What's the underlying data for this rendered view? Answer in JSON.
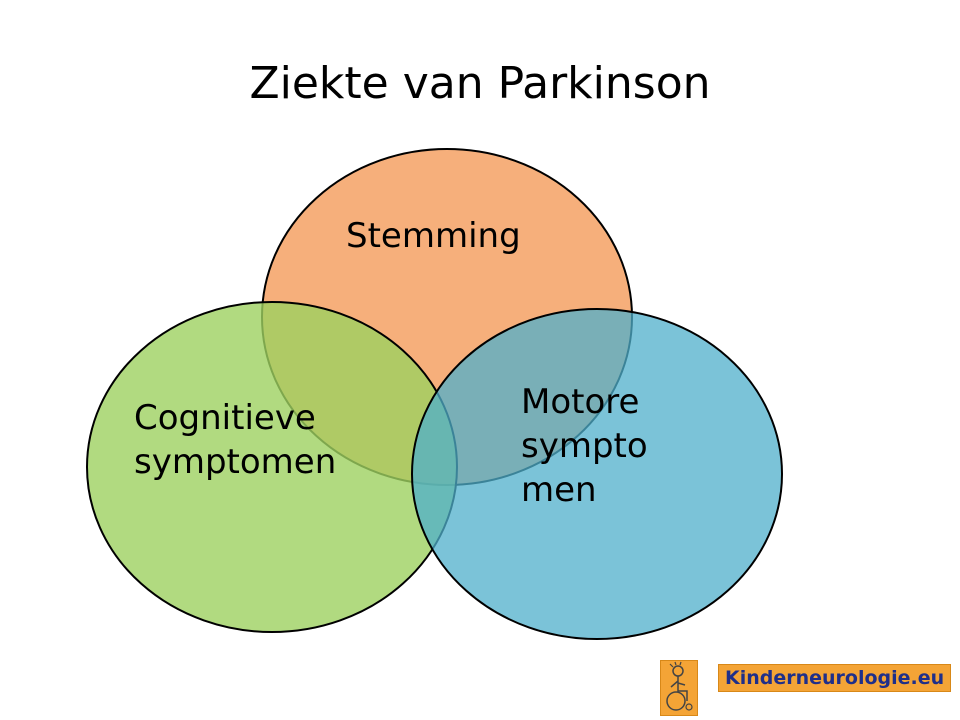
{
  "title": "Ziekte van Parkinson",
  "sets": [
    {
      "id": "stemming",
      "lines": [
        "Stemming"
      ],
      "color": "#f5a164"
    },
    {
      "id": "cognitieve",
      "lines": [
        "Cognitieve",
        "symptomen"
      ],
      "color": "#a3d468"
    },
    {
      "id": "motore",
      "lines": [
        "Motore",
        "sympto",
        "men"
      ],
      "color": "#5cb6cf"
    }
  ],
  "logo": {
    "text": "Kinderneurologie.eu",
    "icon": "wheelchair-child-logo-icon"
  }
}
